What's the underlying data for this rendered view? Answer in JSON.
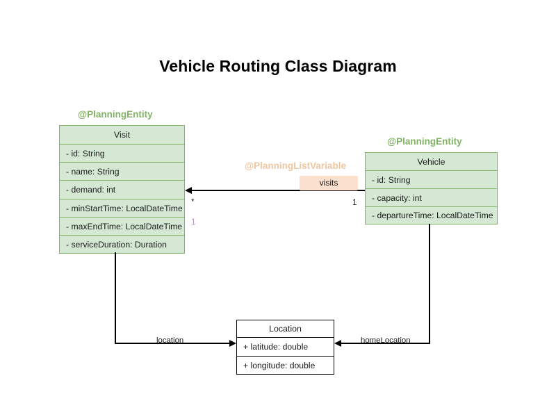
{
  "title": "Vehicle Routing Class Diagram",
  "classes": {
    "visit": {
      "annotation": "@PlanningEntity",
      "name": "Visit",
      "fields": [
        "- id: String",
        "- name: String",
        "- demand: int",
        "- minStartTime: LocalDateTime",
        "- maxEndTime: LocalDateTime",
        "- serviceDuration: Duration"
      ]
    },
    "vehicle": {
      "annotation": "@PlanningEntity",
      "name": "Vehicle",
      "fields": [
        "- id: String",
        "- capacity: int",
        "- departureTime: LocalDateTime"
      ]
    },
    "location": {
      "name": "Location",
      "fields": [
        "+ latitude: double",
        "+ longitude: double"
      ]
    }
  },
  "relations": {
    "visits": {
      "annotation": "@PlanningListVariable",
      "label": "visits",
      "source_multiplicity": "1",
      "target_multiplicity": "*",
      "target_multiplicity_secondary": "1"
    },
    "visit_location": {
      "label": "location"
    },
    "vehicle_home_location": {
      "label": "homeLocation"
    }
  },
  "colors": {
    "entity_fill": "#d5e8d4",
    "entity_border": "#82b366",
    "annotation_green": "#82b366",
    "annotation_orange": "#f0c6a0",
    "label_box_fill": "#fbe0cd",
    "multiplicity_lavender": "#b392c4",
    "plain_border": "#000000",
    "plain_fill": "#ffffff"
  }
}
